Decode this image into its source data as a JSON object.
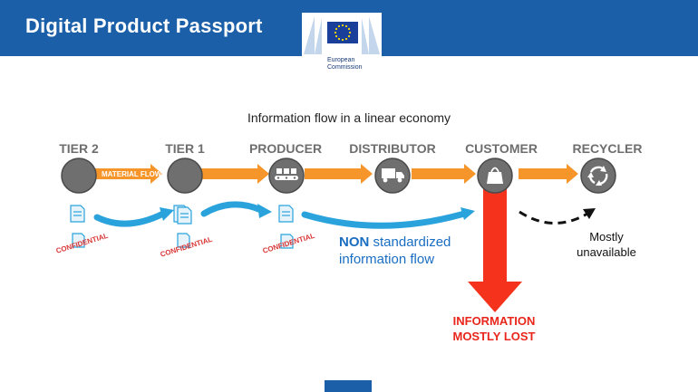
{
  "header": {
    "title": "Digital Product Passport",
    "logo_line1": "European",
    "logo_line2": "Commission"
  },
  "diagram": {
    "title": "Information flow in a linear economy",
    "tiers": [
      {
        "label": "TIER 2",
        "icon": "blank-node"
      },
      {
        "label": "TIER 1",
        "icon": "blank-node"
      },
      {
        "label": "PRODUCER",
        "icon": "conveyor-icon"
      },
      {
        "label": "DISTRIBUTOR",
        "icon": "truck-icon"
      },
      {
        "label": "CUSTOMER",
        "icon": "shopping-bag-icon"
      },
      {
        "label": "RECYCLER",
        "icon": "recycle-icon"
      }
    ],
    "material_flow_label": "MATERIAL FLOW",
    "confidential_label": "CONFIDENTIAL",
    "non_word": "NON",
    "flow_text_rest": " standardized",
    "flow_text_line2": "information flow",
    "mostly_line1": "Mostly",
    "mostly_line2": "unavailable",
    "lost_line1": "INFORMATION",
    "lost_line2": "MOSTLY LOST",
    "colors": {
      "header": "#1a5fa8",
      "node": "#6f6f6f",
      "material_arrow": "#f5952a",
      "info_arrow": "#2aa3dc",
      "loss_arrow": "#f5331c",
      "confidential": "#d93636"
    }
  }
}
